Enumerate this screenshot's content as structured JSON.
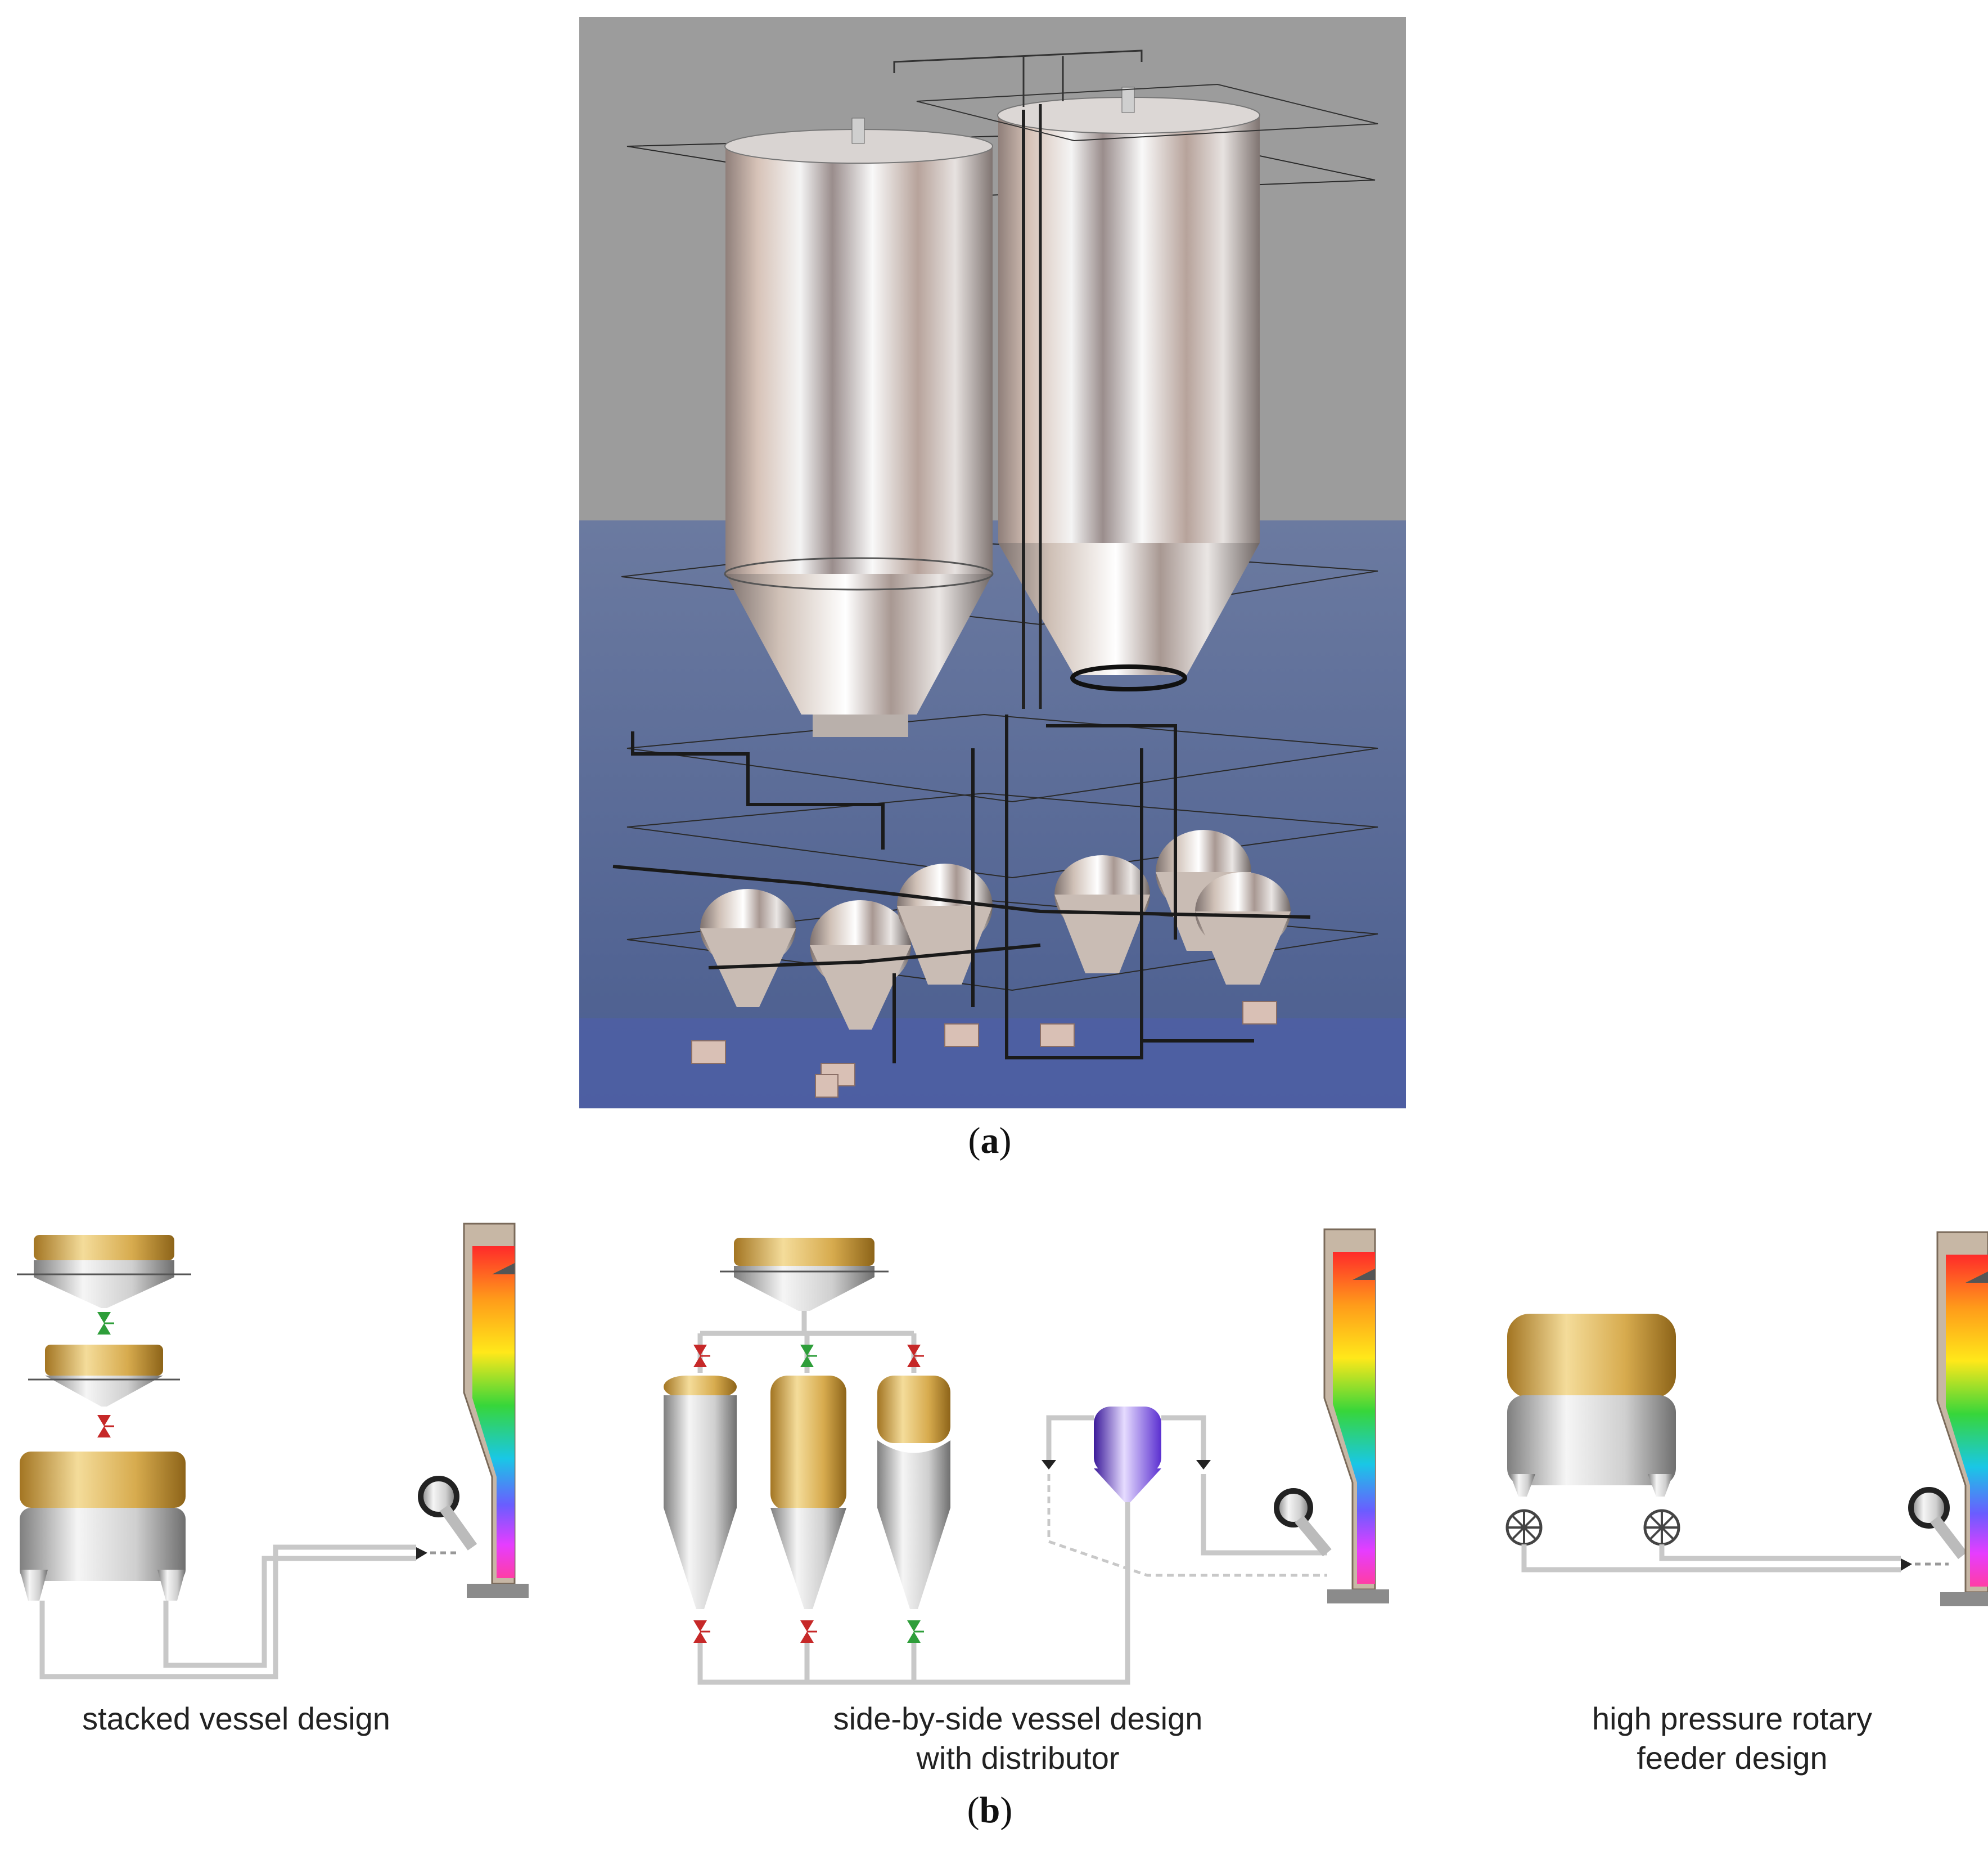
{
  "figure": {
    "panel_a": {
      "caption_open": "(",
      "caption_letter": "a",
      "caption_close": ")"
    },
    "panel_b": {
      "caption_open": "(",
      "caption_letter": "b",
      "caption_close": ")",
      "designs": [
        {
          "label_line1": "stacked vessel design",
          "label_line2": ""
        },
        {
          "label_line1": "side-by-side vessel design",
          "label_line2": "with distributor"
        },
        {
          "label_line1": "high pressure rotary",
          "label_line2": "feeder design"
        }
      ]
    }
  },
  "colors": {
    "background_grey": "#9c9c9c",
    "floor_blue": "#5d6f96",
    "coal_gold": "#d4a53d",
    "vessel_grey": "#c9c9c9",
    "valve_closed": "#c62828",
    "valve_open": "#2e9e3a",
    "distributor_purple": "#6b3fd1",
    "pipe_grey": "#c8c8c8"
  },
  "icons": [
    "valve-closed-icon",
    "valve-open-icon",
    "rotary-feeder-icon",
    "burner-icon"
  ]
}
